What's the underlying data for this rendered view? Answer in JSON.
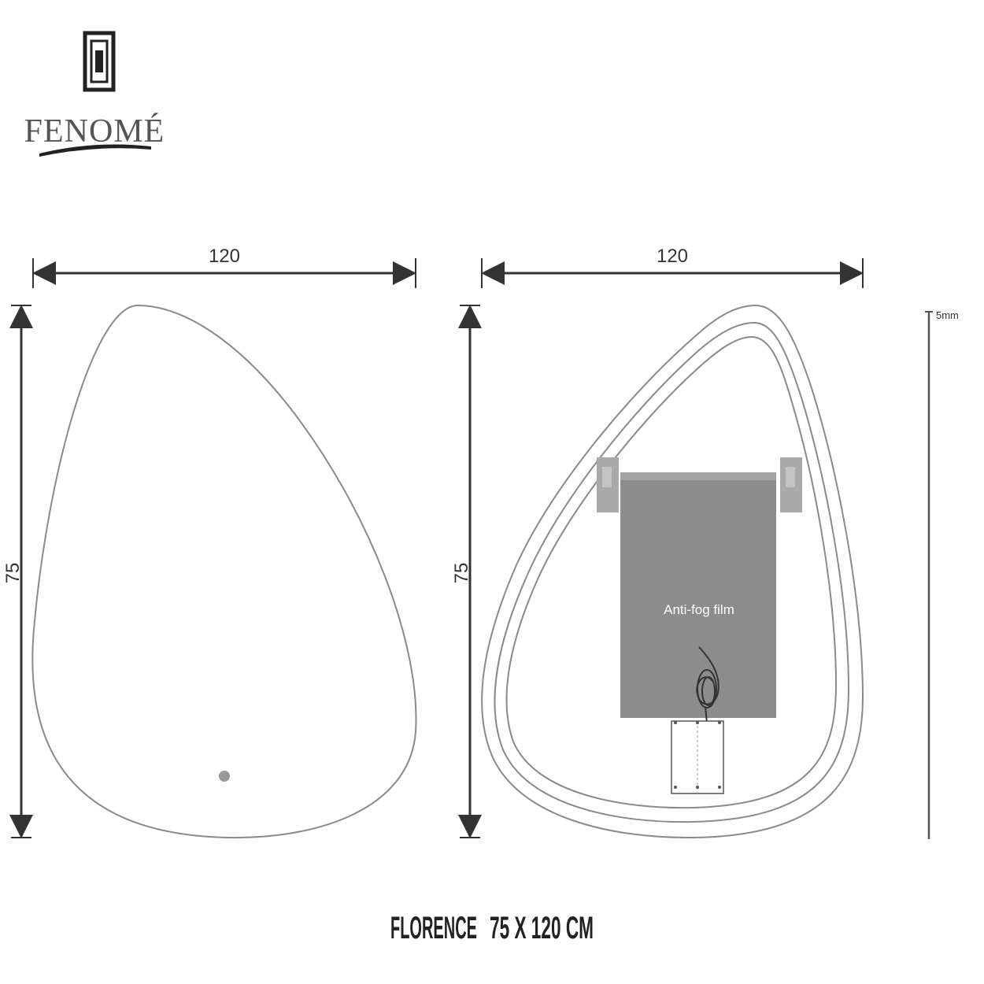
{
  "logo": {
    "brand": "FENOMÉ",
    "icon": "square-mirror-logo-icon"
  },
  "front_view": {
    "width_label": "120",
    "height_label": "75",
    "touch_sensor_icon": "touch-sensor-dot-icon"
  },
  "back_view": {
    "width_label": "120",
    "height_label": "75",
    "film_label": "Anti-fog film",
    "cable_icon": "power-cable-coil-icon",
    "bracket_icon": "wall-bracket-icon"
  },
  "side_view": {
    "thickness_label": "5mm"
  },
  "caption": {
    "model": "FLORENCE",
    "size": "75 X 120 CM"
  },
  "colors": {
    "outline": "#8a8a8a",
    "film": "#8c8c8c",
    "bracket": "#a9a9a9",
    "dimension": "#333333"
  }
}
